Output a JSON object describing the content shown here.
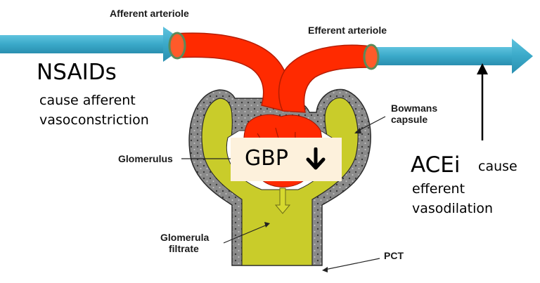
{
  "labels": {
    "afferent": "Afferent arteriole",
    "efferent": "Efferent arteriole",
    "bowmans_1": "Bowmans",
    "bowmans_2": "capsule",
    "glomerulus": "Glomerulus",
    "glomerula_1": "Glomerula",
    "glomerula_2": "filtrate",
    "pct": "PCT"
  },
  "nsaids": {
    "title": "NSAIDs",
    "line1": "cause afferent",
    "line2": "vasoconstriction"
  },
  "acei": {
    "title": "ACEi",
    "suffix": "cause",
    "line1": "efferent",
    "line2": "vasodilation"
  },
  "gbp": {
    "label": "GBP",
    "arrow_icon": "down-arrow-icon"
  },
  "colors": {
    "vessel_red": "#ff2a00",
    "blue_arrow": "#3aa9c9",
    "capsule_yellow": "#c9cc2a",
    "capsule_gray": "#7a7a7a",
    "gbp_box": "#fdf1dc"
  }
}
